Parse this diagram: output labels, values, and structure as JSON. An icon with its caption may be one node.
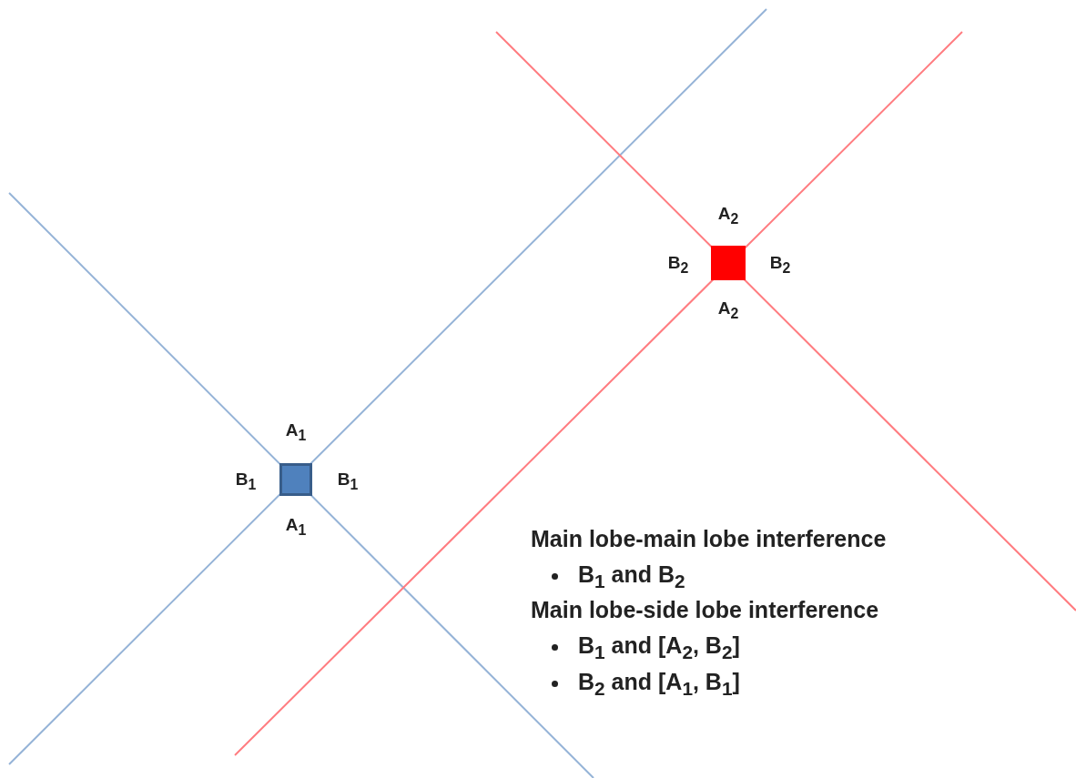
{
  "diagram": {
    "nodes": [
      {
        "text": [],
        "shape": "box",
        "beside": [
          "A$_{2}$",
          "B$_{2}$",
          "B$_{2}$",
          "A$_{2}$"
        ]
      },
      {
        "text": [],
        "shape": "box",
        "beside": [
          "A$_{1}$",
          "B$_{1}$",
          "B$_{1}$",
          "A$_{1}$"
        ]
      }
    ],
    "labels": [
      "Main lobe-main lobe interference",
      "B$_{1}$ and B$_{2}$",
      "Main lobe-side lobe interference",
      "B$_{1}$ and [A$_{2}$, B$_{2}$]",
      "B$_{2}$ and [A$_{1}$, B$_{1}$]"
    ]
  }
}
